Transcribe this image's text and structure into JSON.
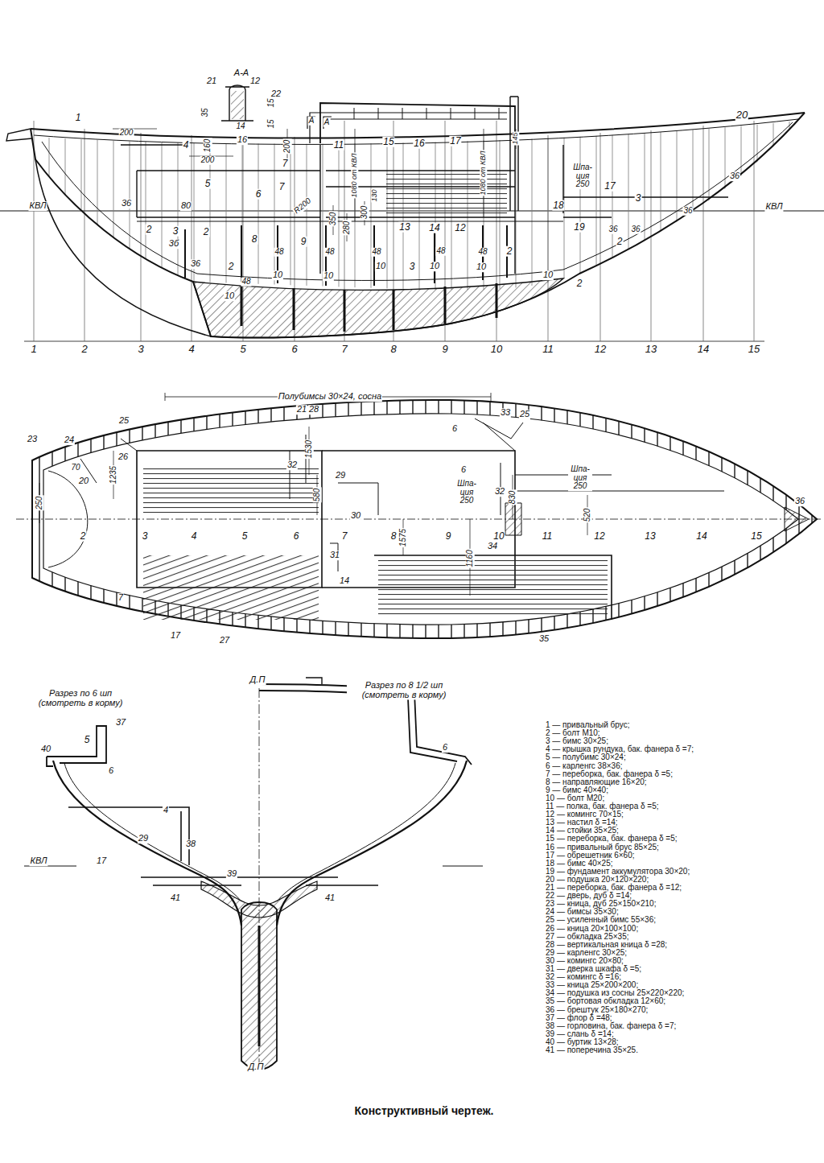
{
  "diagram": {
    "caption": "Конструктивный чертеж.",
    "labels": [
      "А-А",
      "21",
      "12",
      "22",
      "35",
      "15",
      "14",
      "15",
      "16",
      "160",
      "200",
      "1",
      "4",
      "200",
      "200",
      "А",
      "А",
      "11",
      "1080 от КВЛ",
      "15",
      "16",
      "17",
      "1080 от КВЛ",
      "145",
      "20",
      "Шпа- ция 250",
      "17",
      "3",
      "36",
      "КВЛ",
      "КВЛ",
      "36",
      "80",
      "5",
      "6",
      "7",
      "7",
      "R200",
      "350",
      "280",
      "300",
      "130",
      "2",
      "3",
      "3б",
      "2",
      "36",
      "2",
      "8",
      "48",
      "10",
      "48",
      "10",
      "9",
      "48",
      "10",
      "48",
      "10",
      "13",
      "14",
      "12",
      "3",
      "10",
      "48",
      "48",
      "10",
      "2",
      "10",
      "2",
      "18",
      "19",
      "2",
      "36",
      "36",
      "36",
      "1",
      "2",
      "3",
      "4",
      "5",
      "6",
      "7",
      "8",
      "9",
      "10",
      "11",
      "12",
      "13",
      "14",
      "15",
      "Полубимсы 30×24, сосна",
      "21",
      "28",
      "33",
      "25",
      "25",
      "24",
      "23",
      "26",
      "70",
      "20",
      "1235",
      "250",
      "32",
      "1530",
      "29",
      "30",
      "6",
      "6",
      "Шпа- ция 250",
      "32",
      "830",
      "Шпа- ция 250",
      "520",
      "36",
      "580",
      "1575",
      "1160",
      "34",
      "31",
      "14",
      "7",
      "17",
      "27",
      "35",
      "2",
      "3",
      "4",
      "5",
      "6",
      "7",
      "8",
      "9",
      "10",
      "11",
      "12",
      "13",
      "14",
      "15",
      "Разрез по 6 шп (смотреть в корму)",
      "Д.П",
      "Разрез по 8 1/2 шп (смотреть в корму)",
      "37",
      "5",
      "40",
      "6",
      "4",
      "29",
      "38",
      "КВЛ",
      "17",
      "39",
      "41",
      "41",
      "6",
      "Д.П",
      "1 — привальный брус;",
      "2 — болт М10;",
      "3 — бимс 30×25;",
      "4 — крышка рундука, бак. фанера δ =7;",
      "5 — полубимс 30×24;",
      "6 — карленгс 38×36;",
      "7 — переборка, бак. фанера δ =5;",
      "8 — направляющие 16×20;",
      "9 — бимс 40×40;",
      "10 — болт М20;",
      "11 — полка, бак. фанера δ =5;",
      "12 — комингс 70×15;",
      "13 — настил δ =14;",
      "14 — стойки 35×25;",
      "15 — переборка, бак. фанера δ =5;",
      "16 — привальный брус 85×25;",
      "17 — обрешетник 6×60;",
      "18 — бимс 40×25;",
      "19 — фундамент аккумулятора 30×20;",
      "20 — подушка 20×120×220;",
      "21 — переборка, бак. фанера δ =12;",
      "22 — дверь, дуб δ =14;",
      "23 — кница, дуб 25×150×210;",
      "24 — бимсы 35×30;",
      "25 — усиленный бимс 55×36;",
      "26 — кница 20×100×100;",
      "27 — обкладка 25×35;",
      "28 — вертикальная кница δ =28;",
      "29 — карленгс 30×25;",
      "30 — комингс 20×80;",
      "31 — дверка шкафа δ =5;",
      "32 — комингс δ =16;",
      "33 — кница 25×200×200;",
      "34 — подушка из сосны 25×220×220;",
      "35 — бортовая обкладка 12×60;",
      "36 — брештук 25×180×270;",
      "37 — флор δ =48;",
      "38 — горловина, бак. фанера δ =7;",
      "39 — слань δ =14;",
      "40 — буртик 13×28;",
      "41 — поперечина 35×25."
    ]
  }
}
